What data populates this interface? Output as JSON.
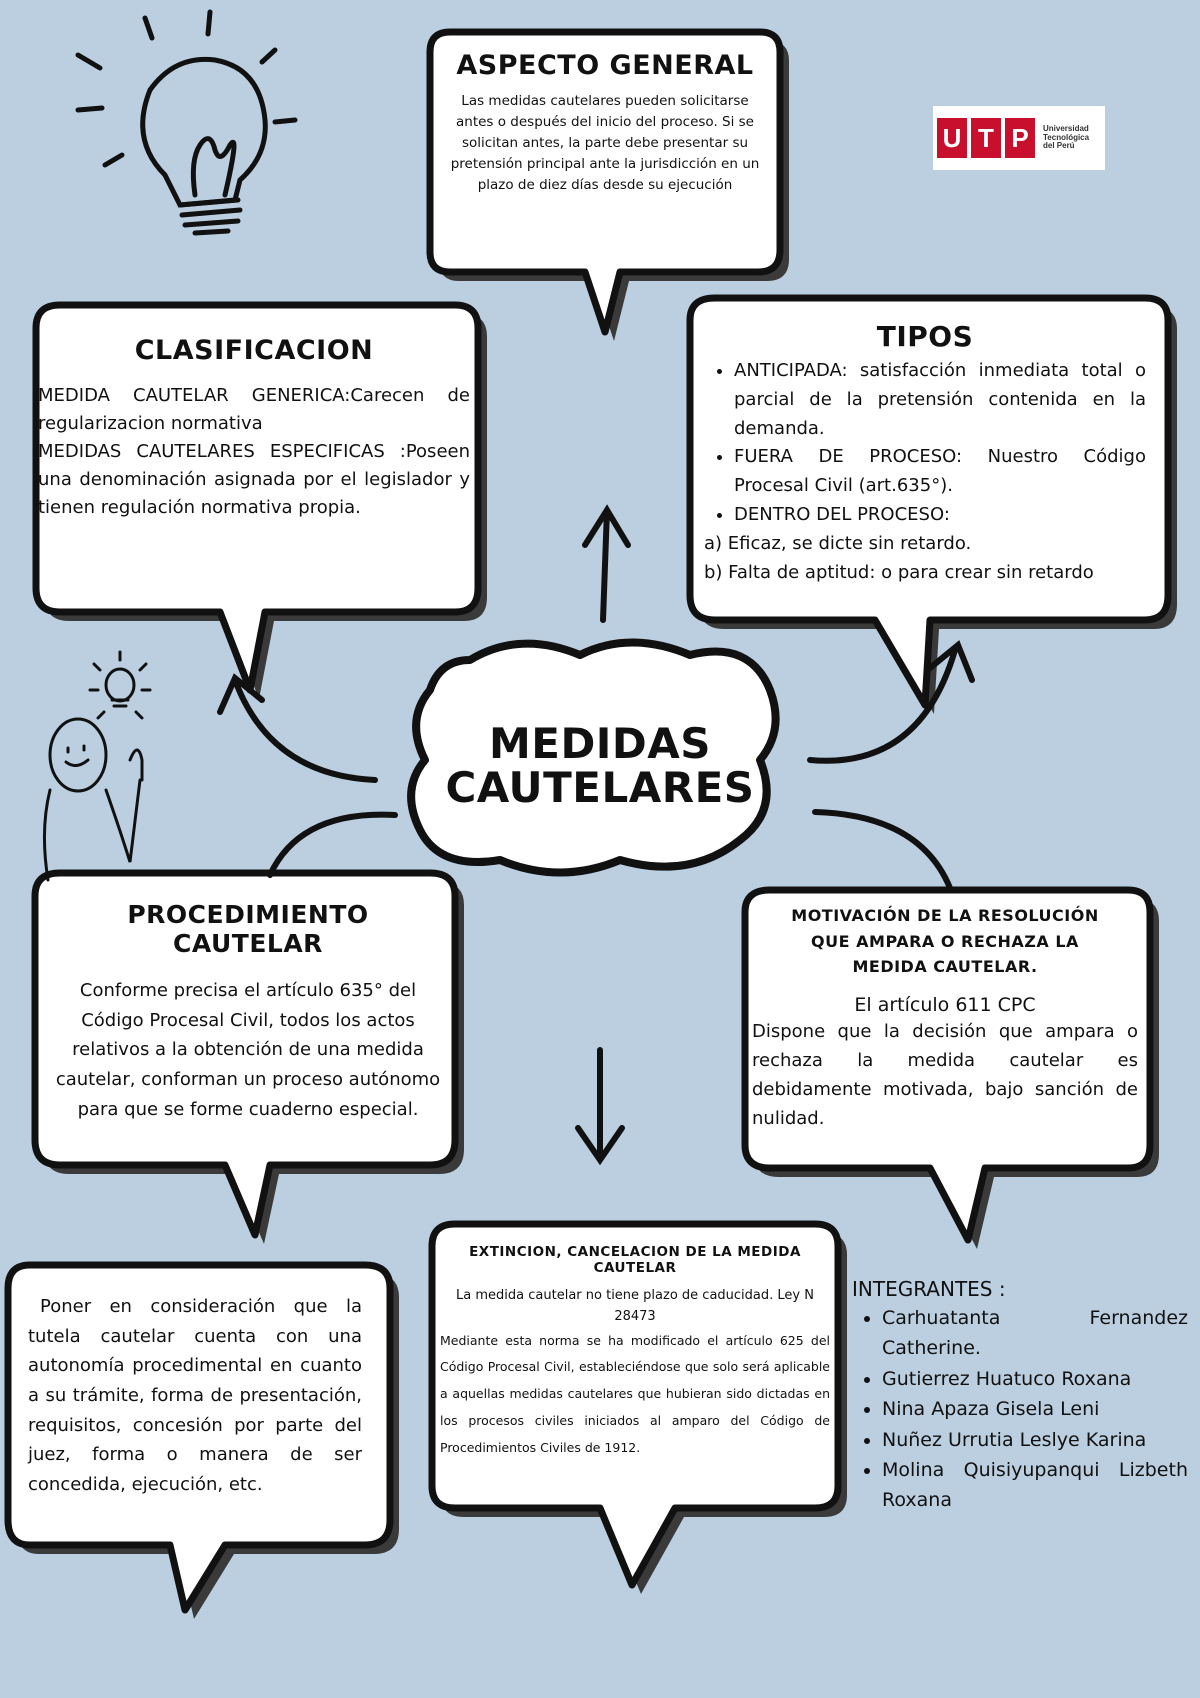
{
  "center": {
    "line1": "MEDIDAS",
    "line2": "CAUTELARES"
  },
  "logo": {
    "letters": [
      "U",
      "T",
      "P"
    ],
    "sub1": "Universidad",
    "sub2": "Tecnológica",
    "sub3": "del Perú"
  },
  "aspecto": {
    "title": "ASPECTO GENERAL",
    "text": "Las medidas cautelares pueden solicitarse antes o después del inicio del proceso. Si se solicitan antes, la parte debe presentar su pretensión principal ante la jurisdicción en un plazo de diez días desde su ejecución"
  },
  "clasificacion": {
    "title": "CLASIFICACION",
    "p1": "MEDIDA CAUTELAR GENERICA:Carecen de regularizacion normativa",
    "p2": "MEDIDAS CAUTELARES ESPECIFICAS :Poseen una denominación asignada por el legislador y tienen regulación normativa propia."
  },
  "tipos": {
    "title": "TIPOS",
    "items": [
      "ANTICIPADA: satisfacción inmediata total o parcial de la pretensión contenida en la demanda.",
      "FUERA DE PROCESO: Nuestro Código Procesal Civil (art.635°).",
      "DENTRO DEL PROCESO:"
    ],
    "sub_a": "a) Eficaz, se dicte sin retardo.",
    "sub_b": "b) Falta de aptitud: o para crear sin retardo"
  },
  "procedimiento": {
    "title": "PROCEDIMIENTO CAUTELAR",
    "text": "Conforme precisa el artículo 635° del Código Procesal Civil, todos los actos relativos a la obtención de una medida cautelar, conforman un proceso autónomo para que se forme cuaderno especial."
  },
  "motivacion": {
    "title": "MOTIVACIÓN DE LA RESOLUCIÓN QUE AMPARA O RECHAZA LA MEDIDA CAUTELAR.",
    "subtitle": "El artículo 611 CPC",
    "text": "Dispone que la decisión que ampara o rechaza la medida cautelar es debidamente motivada, bajo sanción de nulidad."
  },
  "extincion": {
    "title": "EXTINCION, CANCELACION DE LA MEDIDA CAUTELAR",
    "line1": "La medida cautelar no tiene plazo de caducidad. Ley N 28473",
    "text": "Mediante esta norma se ha modificado el artículo 625 del Código Procesal Civil, estableciéndose que solo será aplicable a aquellas medidas cautelares que hubieran sido dictadas en los procesos civiles iniciados al amparo del Código de Procedimientos Civiles de 1912."
  },
  "autonomia": {
    "text": "Poner en consideración que la tutela cautelar cuenta con una autonomía procedimental en cuanto a su trámite, forma de presentación, requisitos, concesión por parte del juez, forma o manera de ser concedida, ejecución, etc."
  },
  "integrantes": {
    "title": "INTEGRANTES :",
    "items": [
      "Carhuatanta Fernandez Catherine.",
      "Gutierrez Huatuco Roxana",
      "Nina Apaza Gisela Leni",
      "Nuñez Urrutia Leslye Karina",
      "Molina Quisiyupanqui Lizbeth Roxana"
    ]
  }
}
